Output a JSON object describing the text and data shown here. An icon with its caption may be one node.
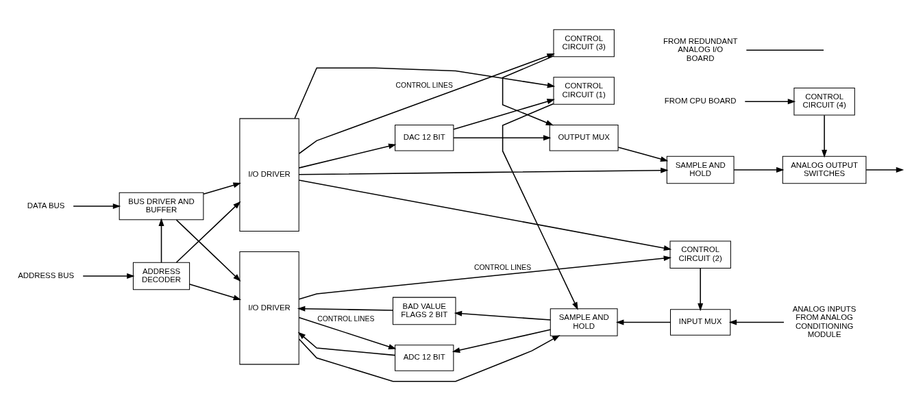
{
  "diagram": {
    "nodes": [
      {
        "text": [
          "DATA BUS"
        ]
      },
      {
        "text": [
          "BUS DRIVER AND BUFFER"
        ]
      },
      {
        "text": [
          "ADDRESS BUS"
        ]
      },
      {
        "text": [
          "ADDRESS DECODER"
        ]
      },
      {
        "text": [
          "I/O DRIVER"
        ]
      },
      {
        "text": [
          "I/O DRIVER"
        ]
      },
      {
        "text": [
          "ADC 12 BIT"
        ]
      },
      {
        "text": [
          "BAD VALUE FLAGS 2 BIT"
        ]
      },
      {
        "text": [
          "SAMPLE AND HOLD"
        ]
      },
      {
        "text": [
          "INPUT MUX"
        ]
      },
      {
        "text": [
          "ANALOG INPUTS FROM ANALOG CONDITIONING MODULE"
        ]
      },
      {
        "text": [
          "CONTROL CIRCUIT (1)"
        ]
      },
      {
        "text": [
          "CONTROL CIRCUIT (2)"
        ]
      },
      {
        "text": [
          "DAC 12 BIT"
        ]
      },
      {
        "text": [
          "OUTPUT MUX"
        ]
      },
      {
        "text": [
          "CONTROL CIRCUIT (3)"
        ]
      },
      {
        "text": [
          "SAMPLE AND HOLD"
        ]
      },
      {
        "text": [
          "ANALOG OUTPUT SWITCHES"
        ]
      },
      {
        "text": [
          "CONTROL CIRCUIT (4)"
        ]
      },
      {
        "text": [
          "FROM CPU BOARD"
        ]
      },
      {
        "text": [
          "FROM REDUNDANT ANALOG I/O BOARD"
        ]
      }
    ],
    "edges": [
      {
        "from": 0,
        "to": 1,
        "arrow": "to"
      },
      {
        "from": 2,
        "to": 3,
        "arrow": "to"
      },
      {
        "from": 3,
        "to": 1,
        "arrow": "to"
      },
      {
        "from": 1,
        "to": 4,
        "arrow": "to"
      },
      {
        "from": 1,
        "to": 5,
        "arrow": "to"
      },
      {
        "from": 3,
        "to": 4,
        "arrow": "to"
      },
      {
        "from": 3,
        "to": 5,
        "arrow": "to"
      },
      {
        "from": 6,
        "to": 4,
        "arrow": "to"
      },
      {
        "from": 7,
        "to": 4,
        "arrow": "to"
      },
      {
        "from": 8,
        "to": 6,
        "arrow": "to"
      },
      {
        "from": 8,
        "to": 7,
        "arrow": "to"
      },
      {
        "from": 9,
        "to": 8,
        "arrow": "to"
      },
      {
        "from": 10,
        "to": 9,
        "arrow": "to"
      },
      {
        "from": 11,
        "to": 8,
        "arrow": "to"
      },
      {
        "from": 12,
        "to": 9,
        "arrow": "to"
      },
      {
        "from": 4,
        "to": 6,
        "arrow": "to",
        "label": "CONTROL LINES"
      },
      {
        "from": 4,
        "to": 8,
        "arrow": "to"
      },
      {
        "from": 4,
        "to": 12,
        "arrow": "to",
        "label": "CONTROL LINES"
      },
      {
        "from": 5,
        "to": 13,
        "arrow": "to"
      },
      {
        "from": 13,
        "to": 11,
        "arrow": "to"
      },
      {
        "from": 13,
        "to": 14,
        "arrow": "to"
      },
      {
        "from": 5,
        "to": 15,
        "arrow": "to",
        "label": "CONTROL LINES"
      },
      {
        "from": 5,
        "to": 16,
        "arrow": "to"
      },
      {
        "from": 5,
        "to": 11,
        "arrow": "to"
      },
      {
        "from": 5,
        "to": 12,
        "arrow": "to"
      },
      {
        "from": 15,
        "to": 14,
        "arrow": "to"
      },
      {
        "from": 14,
        "to": 16,
        "arrow": "to"
      },
      {
        "from": 16,
        "to": 17,
        "arrow": "to"
      },
      {
        "from": 18,
        "to": 17,
        "arrow": "to"
      },
      {
        "from": 19,
        "to": 18,
        "arrow": "to"
      },
      {
        "from": 17,
        "to": null,
        "arrow": "to"
      },
      {
        "from": 20,
        "to": null,
        "arrow": "none"
      }
    ]
  }
}
